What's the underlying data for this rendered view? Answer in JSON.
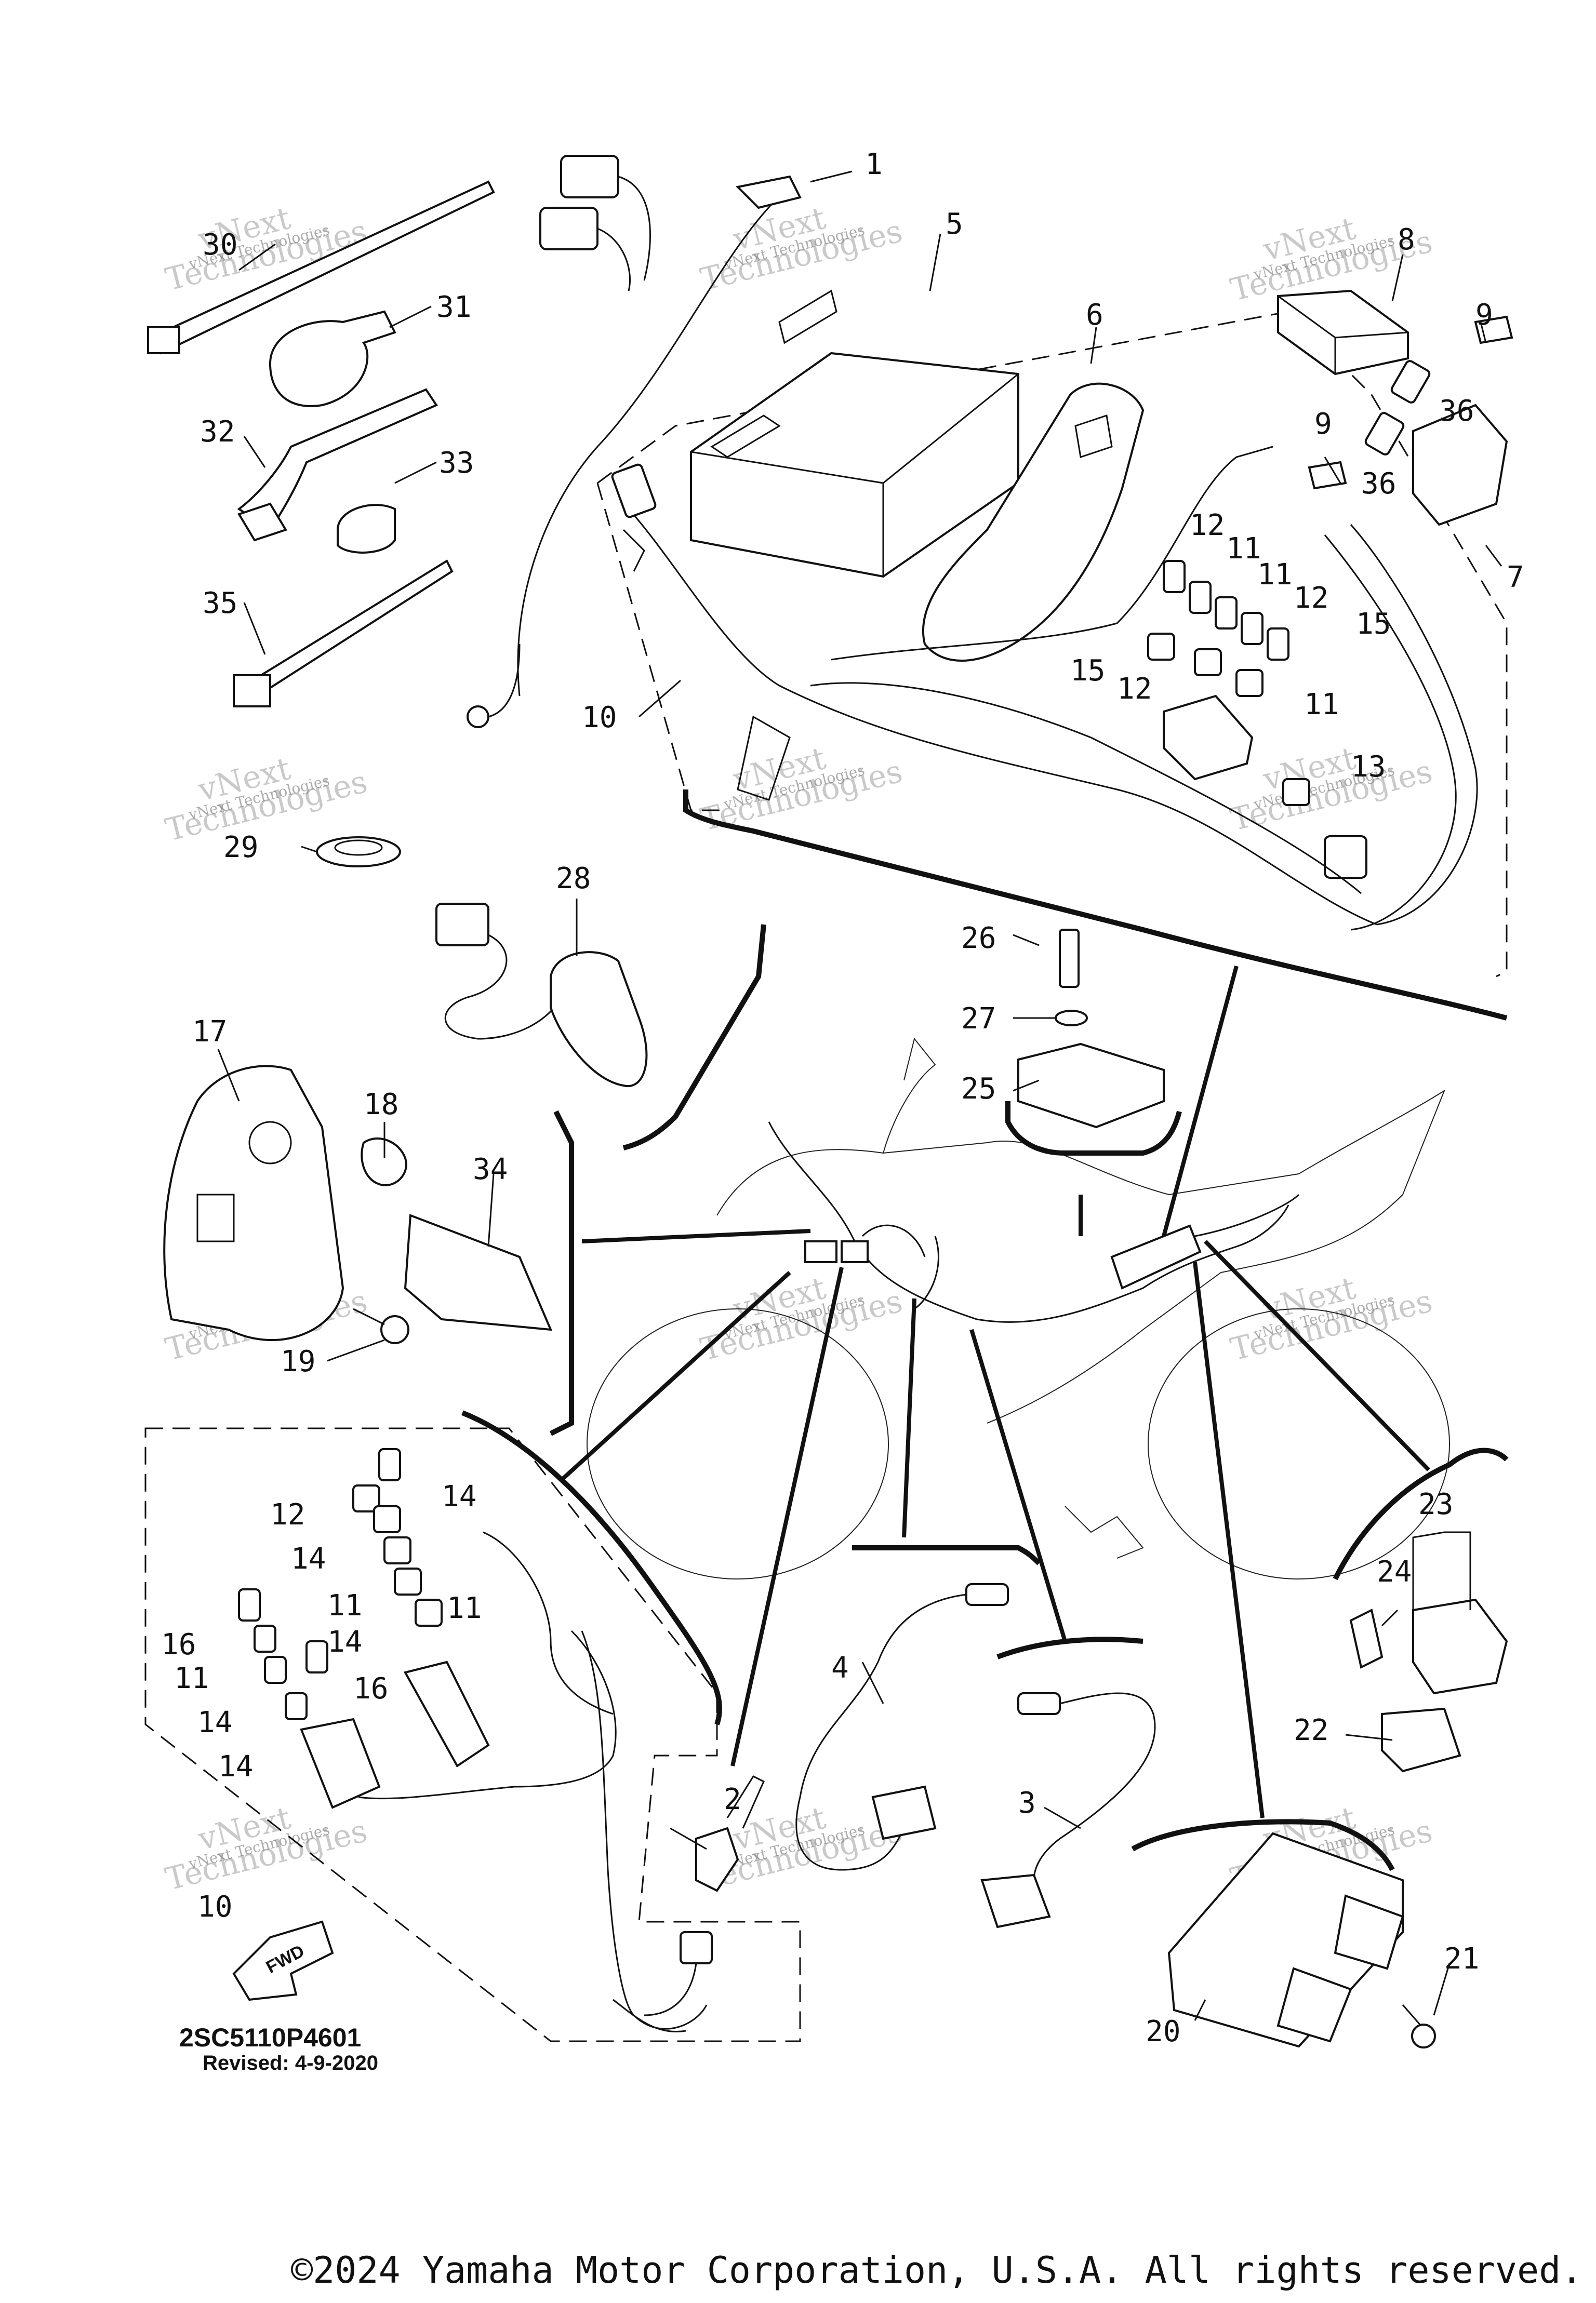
{
  "diagram": {
    "drawing_code": "2SC5110P4601",
    "revision": "Revised: 4-9-2020",
    "fwd_label": "FWD",
    "copyright": "©2024 Yamaha Motor Corporation, U.S.A. All rights reserved.",
    "watermark_brand": "vNext",
    "watermark_text": "Technologies",
    "watermark_caption": "vNext Technologies"
  },
  "callouts": [
    "1",
    "2",
    "3",
    "4",
    "5",
    "6",
    "7",
    "8",
    "9",
    "9",
    "10",
    "10",
    "11",
    "11",
    "11",
    "11",
    "11",
    "11",
    "12",
    "12",
    "12",
    "12",
    "13",
    "14",
    "14",
    "14",
    "14",
    "14",
    "15",
    "15",
    "16",
    "16",
    "17",
    "18",
    "19",
    "20",
    "21",
    "22",
    "23",
    "24",
    "25",
    "26",
    "27",
    "28",
    "29",
    "30",
    "31",
    "32",
    "33",
    "34",
    "35",
    "36",
    "36"
  ],
  "icons": {
    "fwd_arrow": "fwd-arrow-icon"
  }
}
